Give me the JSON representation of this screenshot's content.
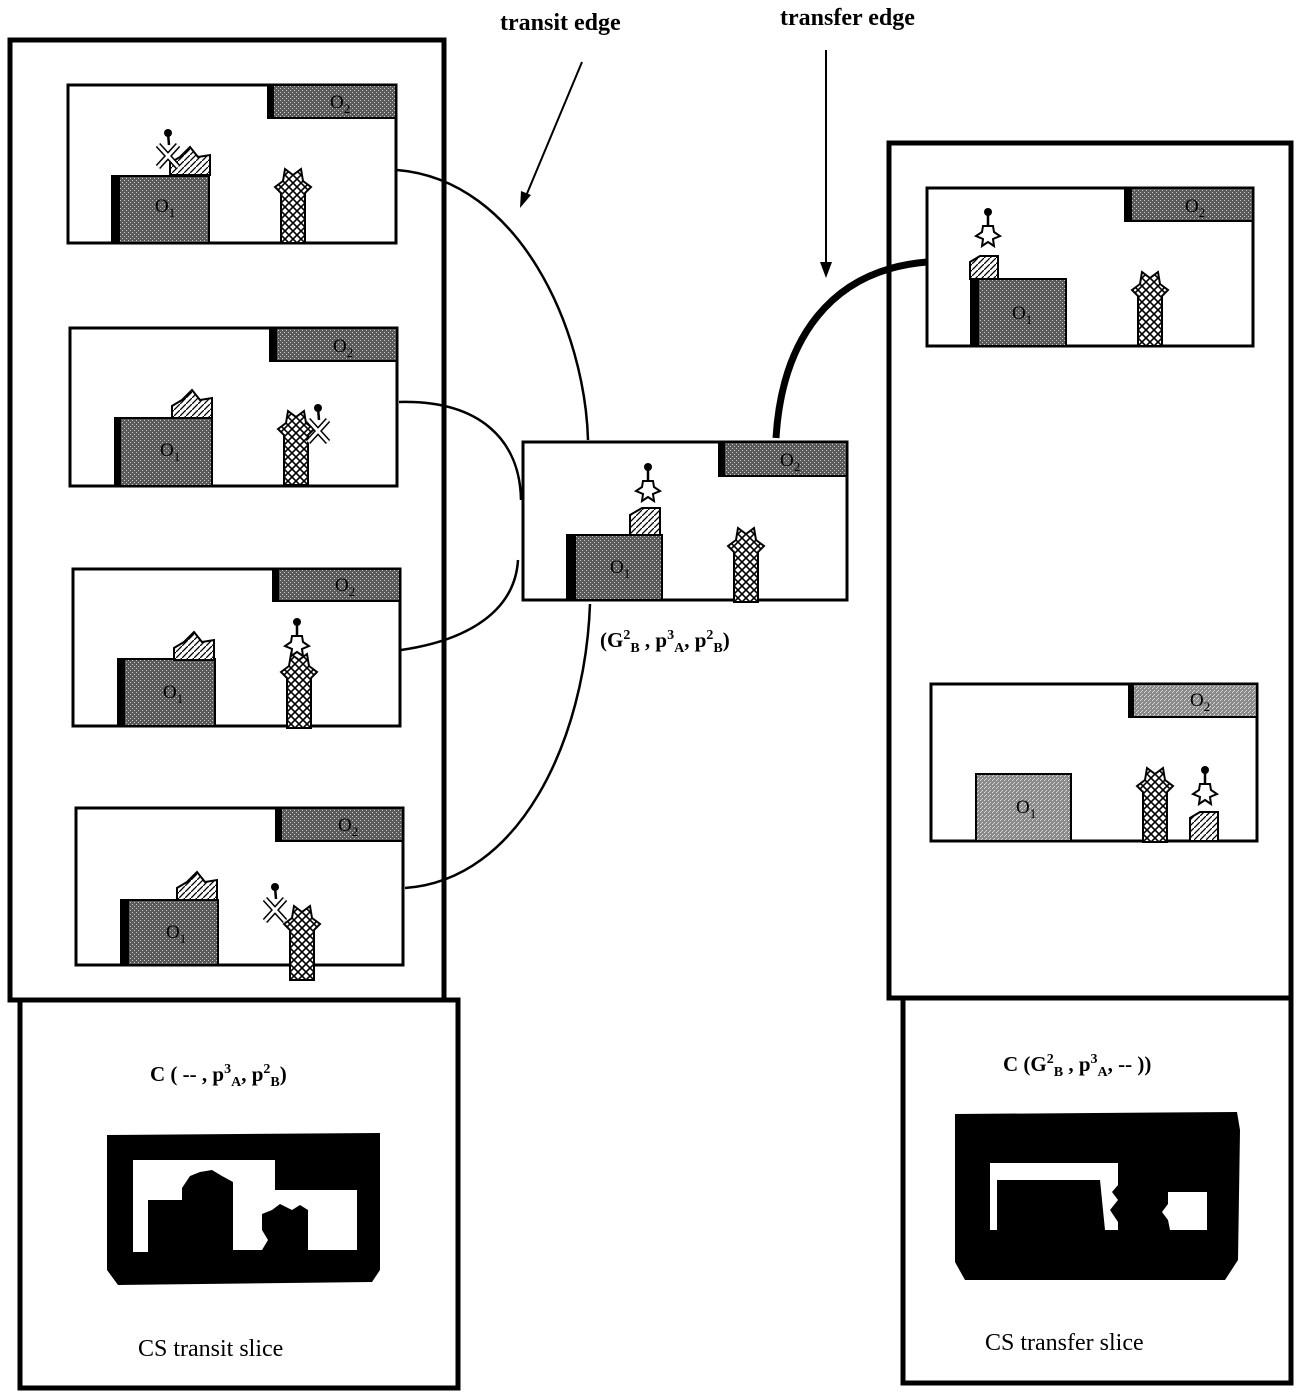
{
  "labels": {
    "transit_edge": "transit edge",
    "transfer_edge": "transfer edge",
    "transit_slice": "CS transit slice",
    "transfer_slice": "CS transfer slice"
  },
  "center_config": {
    "open": "(G",
    "g_sup": "2",
    "g_sub": "B",
    "sep1": " ,  p",
    "pa_sup": "3",
    "pa_sub": "A",
    "sep2": ", p",
    "pb_sup": "2",
    "pb_sub": "B",
    "close": ")"
  },
  "transit_config": {
    "prefix": "C ( -- ,  p",
    "pa_sup": "3",
    "pa_sub": "A",
    "sep": ", p",
    "pb_sup": "2",
    "pb_sub": "B",
    "close": ")"
  },
  "transfer_config": {
    "prefix": "C (G",
    "g_sup": "2",
    "g_sub": "B",
    "sep": " ,  p",
    "pa_sup": "3",
    "pa_sub": "A",
    "close": ",  -- ))"
  },
  "obstacle_labels": {
    "o1": "O",
    "o1_sub": "1",
    "o2": "O",
    "o2_sub": "2"
  }
}
